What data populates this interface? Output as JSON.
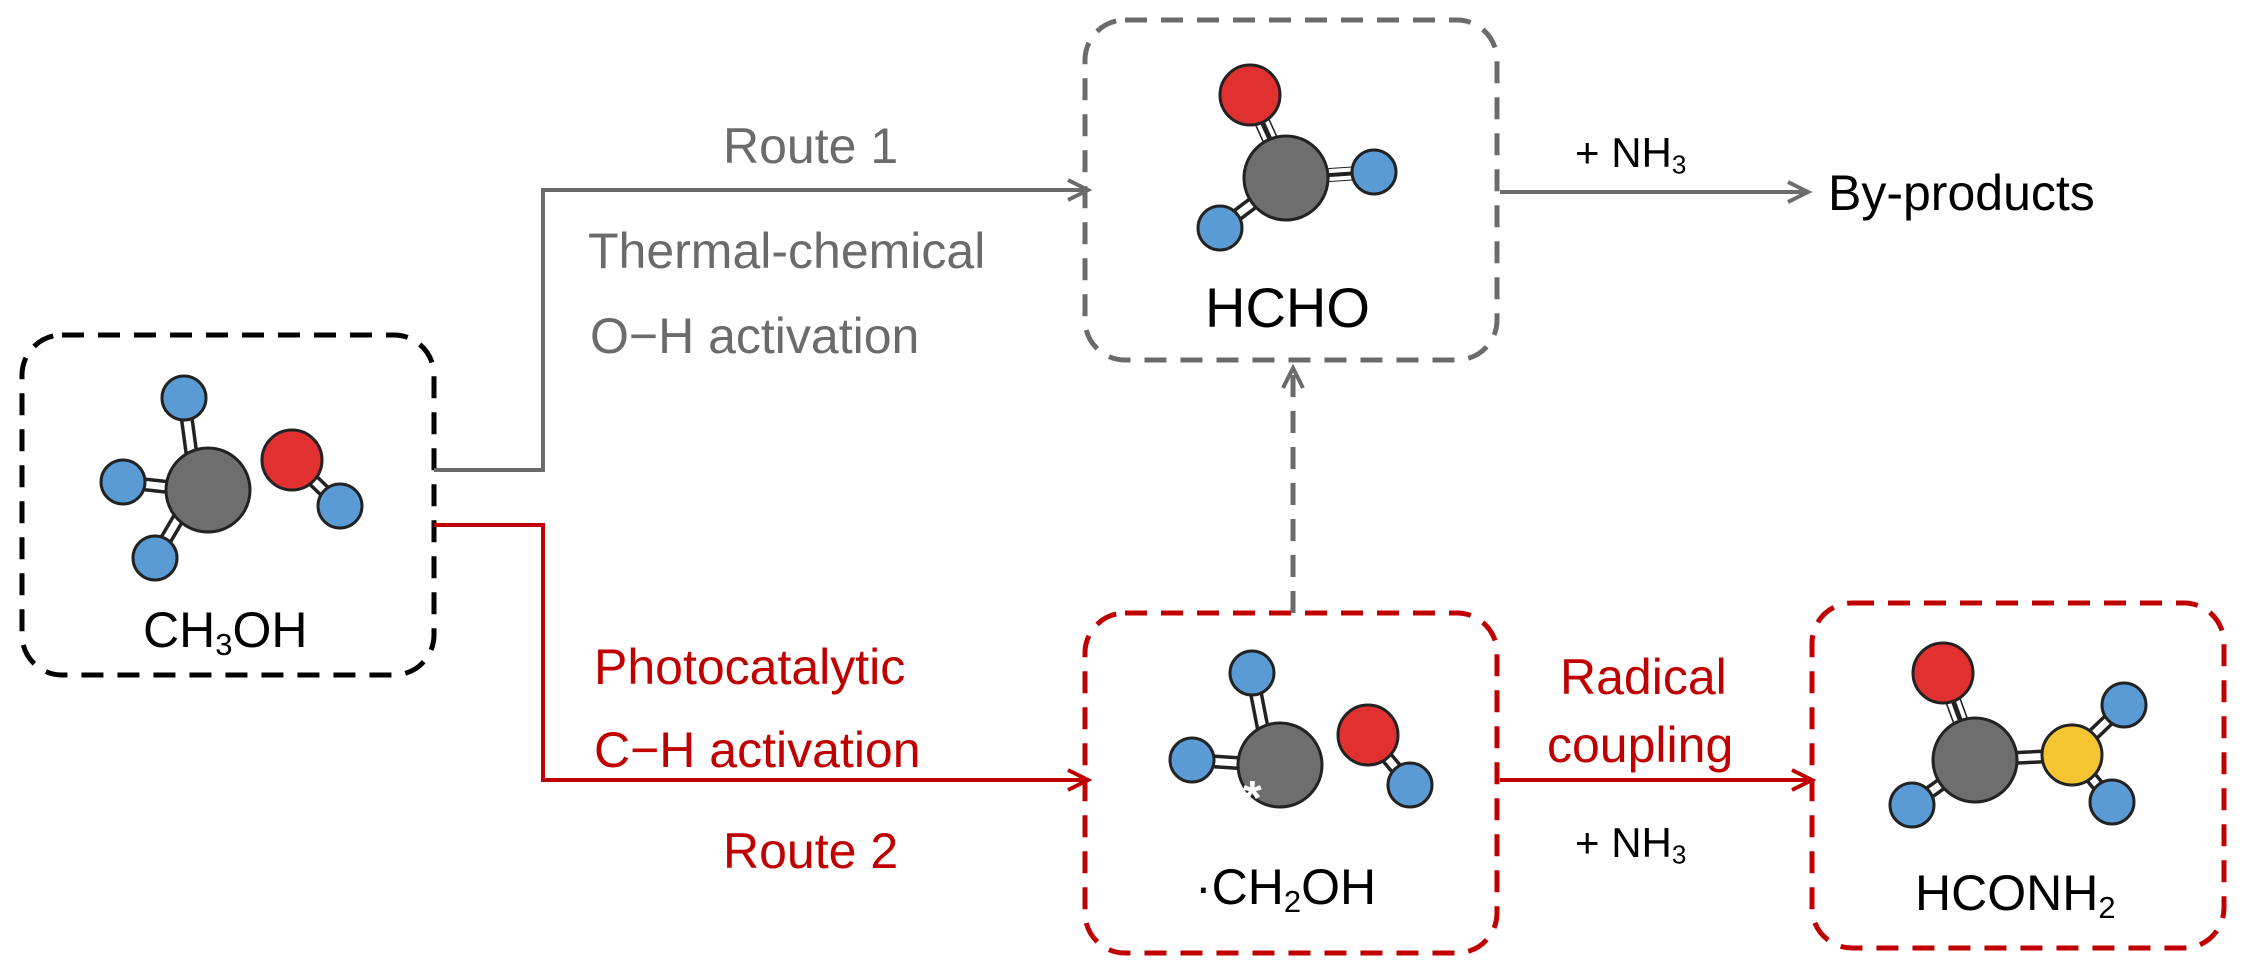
{
  "route1": {
    "title": "Route 1",
    "line1": "Thermal-chemical",
    "line2": "O−H activation"
  },
  "route2": {
    "line1": "Photocatalytic",
    "line2": "C−H activation",
    "title": "Route 2"
  },
  "molecules": {
    "methanol": {
      "main": "CH",
      "sub": "3",
      "tail": "OH"
    },
    "formaldehyde": {
      "label": "HCHO"
    },
    "radical": {
      "pre": "·CH",
      "sub": "2",
      "tail": "OH"
    },
    "formamide": {
      "main": "HCONH",
      "sub": "2"
    }
  },
  "upper_reagent": {
    "main": "+ NH",
    "sub": "3"
  },
  "lower_reagent": {
    "main": "+ NH",
    "sub": "3"
  },
  "byproducts": "By-products",
  "radical_coupling": {
    "line1": "Radical",
    "line2": "coupling"
  },
  "radical_marker": "*",
  "colors": {
    "gray": "#6b6b6b",
    "red": "#c00000",
    "black": "#000000",
    "oxygen": "#e03030",
    "carbon": "#6e6e6e",
    "hydrogen": "#5b9bd5",
    "nitrogen": "#f5c431"
  }
}
